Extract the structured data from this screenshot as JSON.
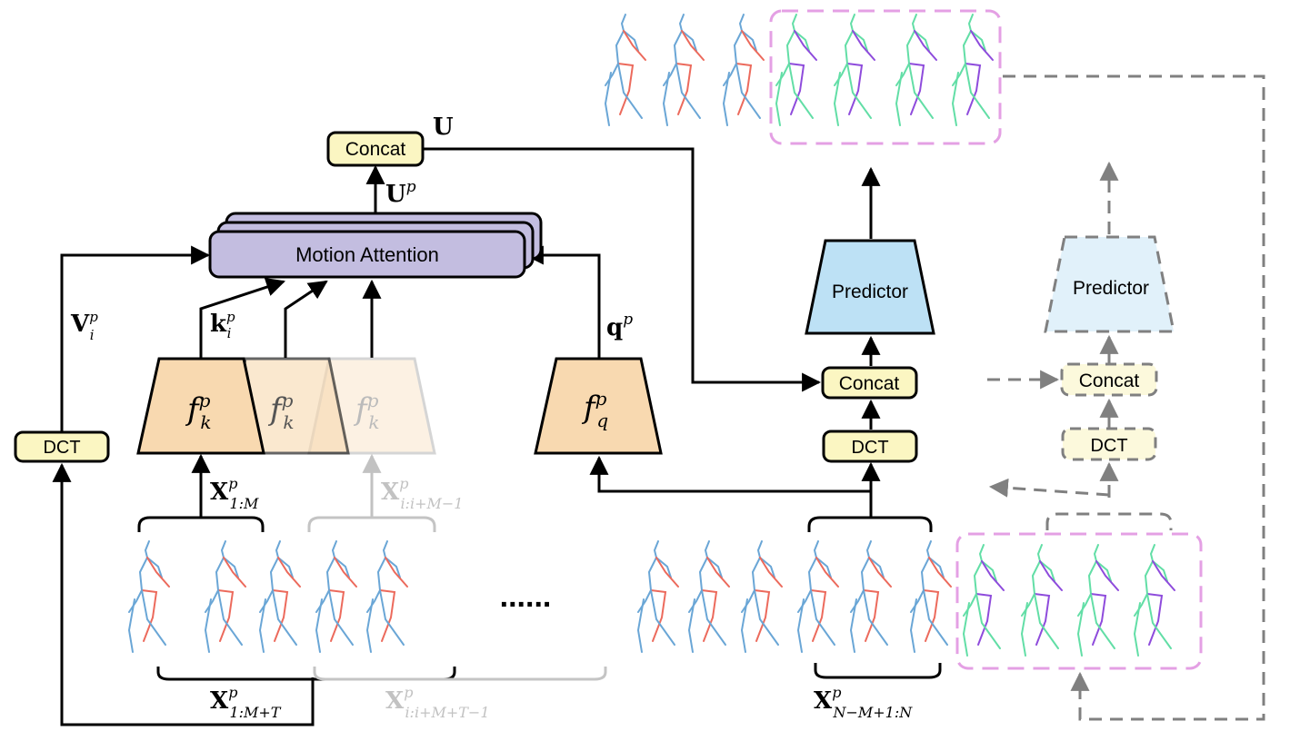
{
  "colors": {
    "concat_fill": "#fbf6c2",
    "attention_fill": "#c3bde0",
    "encoder_fill": "#f8d9b0",
    "predictor_fill": "#bde1f5",
    "predictor_ghost_fill": "#e1f1fa",
    "history_pose_blue": "#6aa6d6",
    "history_pose_red": "#ec6a5c",
    "future_pose_green": "#62dea6",
    "future_pose_purple": "#8e4bdc",
    "dashed_frame": "#e4a0e4",
    "dashed_flow": "#808080"
  },
  "blocks": {
    "concat_top": "Concat",
    "motion_attention": "Motion Attention",
    "dct_left": "DCT",
    "predictor": "Predictor",
    "concat_right": "Concat",
    "dct_right": "DCT",
    "predictor_ghost": "Predictor",
    "concat_ghost": "Concat",
    "dct_ghost": "DCT"
  },
  "math": {
    "U": {
      "base": "U"
    },
    "Up": {
      "base": "U",
      "sup": "p"
    },
    "Vp_i": {
      "base": "V",
      "sup": "p",
      "sub": "i"
    },
    "kp_i": {
      "base": "k",
      "sup": "p",
      "sub": "i"
    },
    "qp": {
      "base": "q",
      "sup": "p"
    },
    "fkp": {
      "base": "f",
      "sup": "p",
      "sub": "k"
    },
    "fqp": {
      "base": "f",
      "sup": "p",
      "sub": "q"
    },
    "X_1M": {
      "base": "X",
      "sup": "p",
      "sub": "1:M"
    },
    "X_iM": {
      "base": "X",
      "sup": "p",
      "sub": "i:i+M−1"
    },
    "X_1MT": {
      "base": "X",
      "sup": "p",
      "sub": "1:M+T"
    },
    "X_iMT": {
      "base": "X",
      "sup": "p",
      "sub": "i:i+M+T−1"
    },
    "X_NM": {
      "base": "X",
      "sup": "p",
      "sub": "N−M+1:N"
    }
  },
  "ellipsis": "......"
}
